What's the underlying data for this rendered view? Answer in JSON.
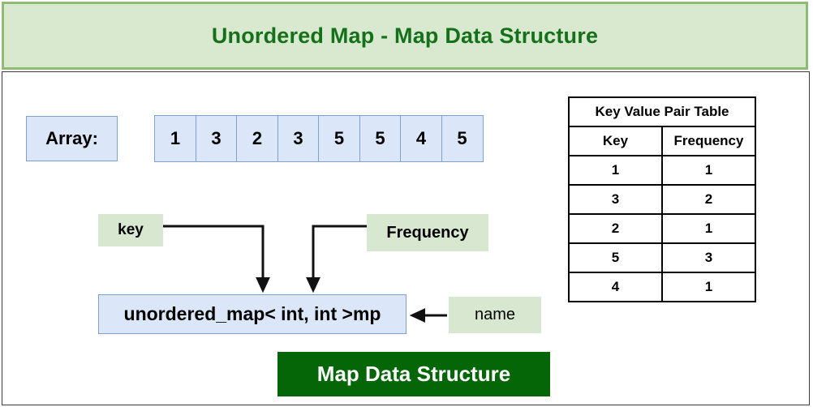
{
  "header": {
    "title": "Unordered Map - Map Data Structure",
    "bg_color": "#d9e9d0",
    "border_color": "#8fbc73",
    "text_color": "#14711a"
  },
  "array_section": {
    "label": "Array:",
    "values": [
      "1",
      "3",
      "2",
      "3",
      "5",
      "5",
      "4",
      "5"
    ],
    "cell_bg": "#dbe7f8",
    "cell_border": "#7f9fcc"
  },
  "annotations": {
    "key_label": "key",
    "frequency_label": "Frequency",
    "name_label": "name",
    "label_bg": "#d8e8d0"
  },
  "declaration": {
    "text": "unordered_map< int, int >mp",
    "bg": "#dbe7f8",
    "border": "#7f9fcc"
  },
  "table": {
    "title": "Key Value Pair Table",
    "columns": [
      "Key",
      "Frequency"
    ],
    "rows": [
      [
        "1",
        "1"
      ],
      [
        "3",
        "2"
      ],
      [
        "2",
        "1"
      ],
      [
        "5",
        "3"
      ],
      [
        "4",
        "1"
      ]
    ]
  },
  "footer": {
    "text": "Map Data Structure",
    "bg_color": "#056608",
    "text_color": "#ffffff"
  }
}
